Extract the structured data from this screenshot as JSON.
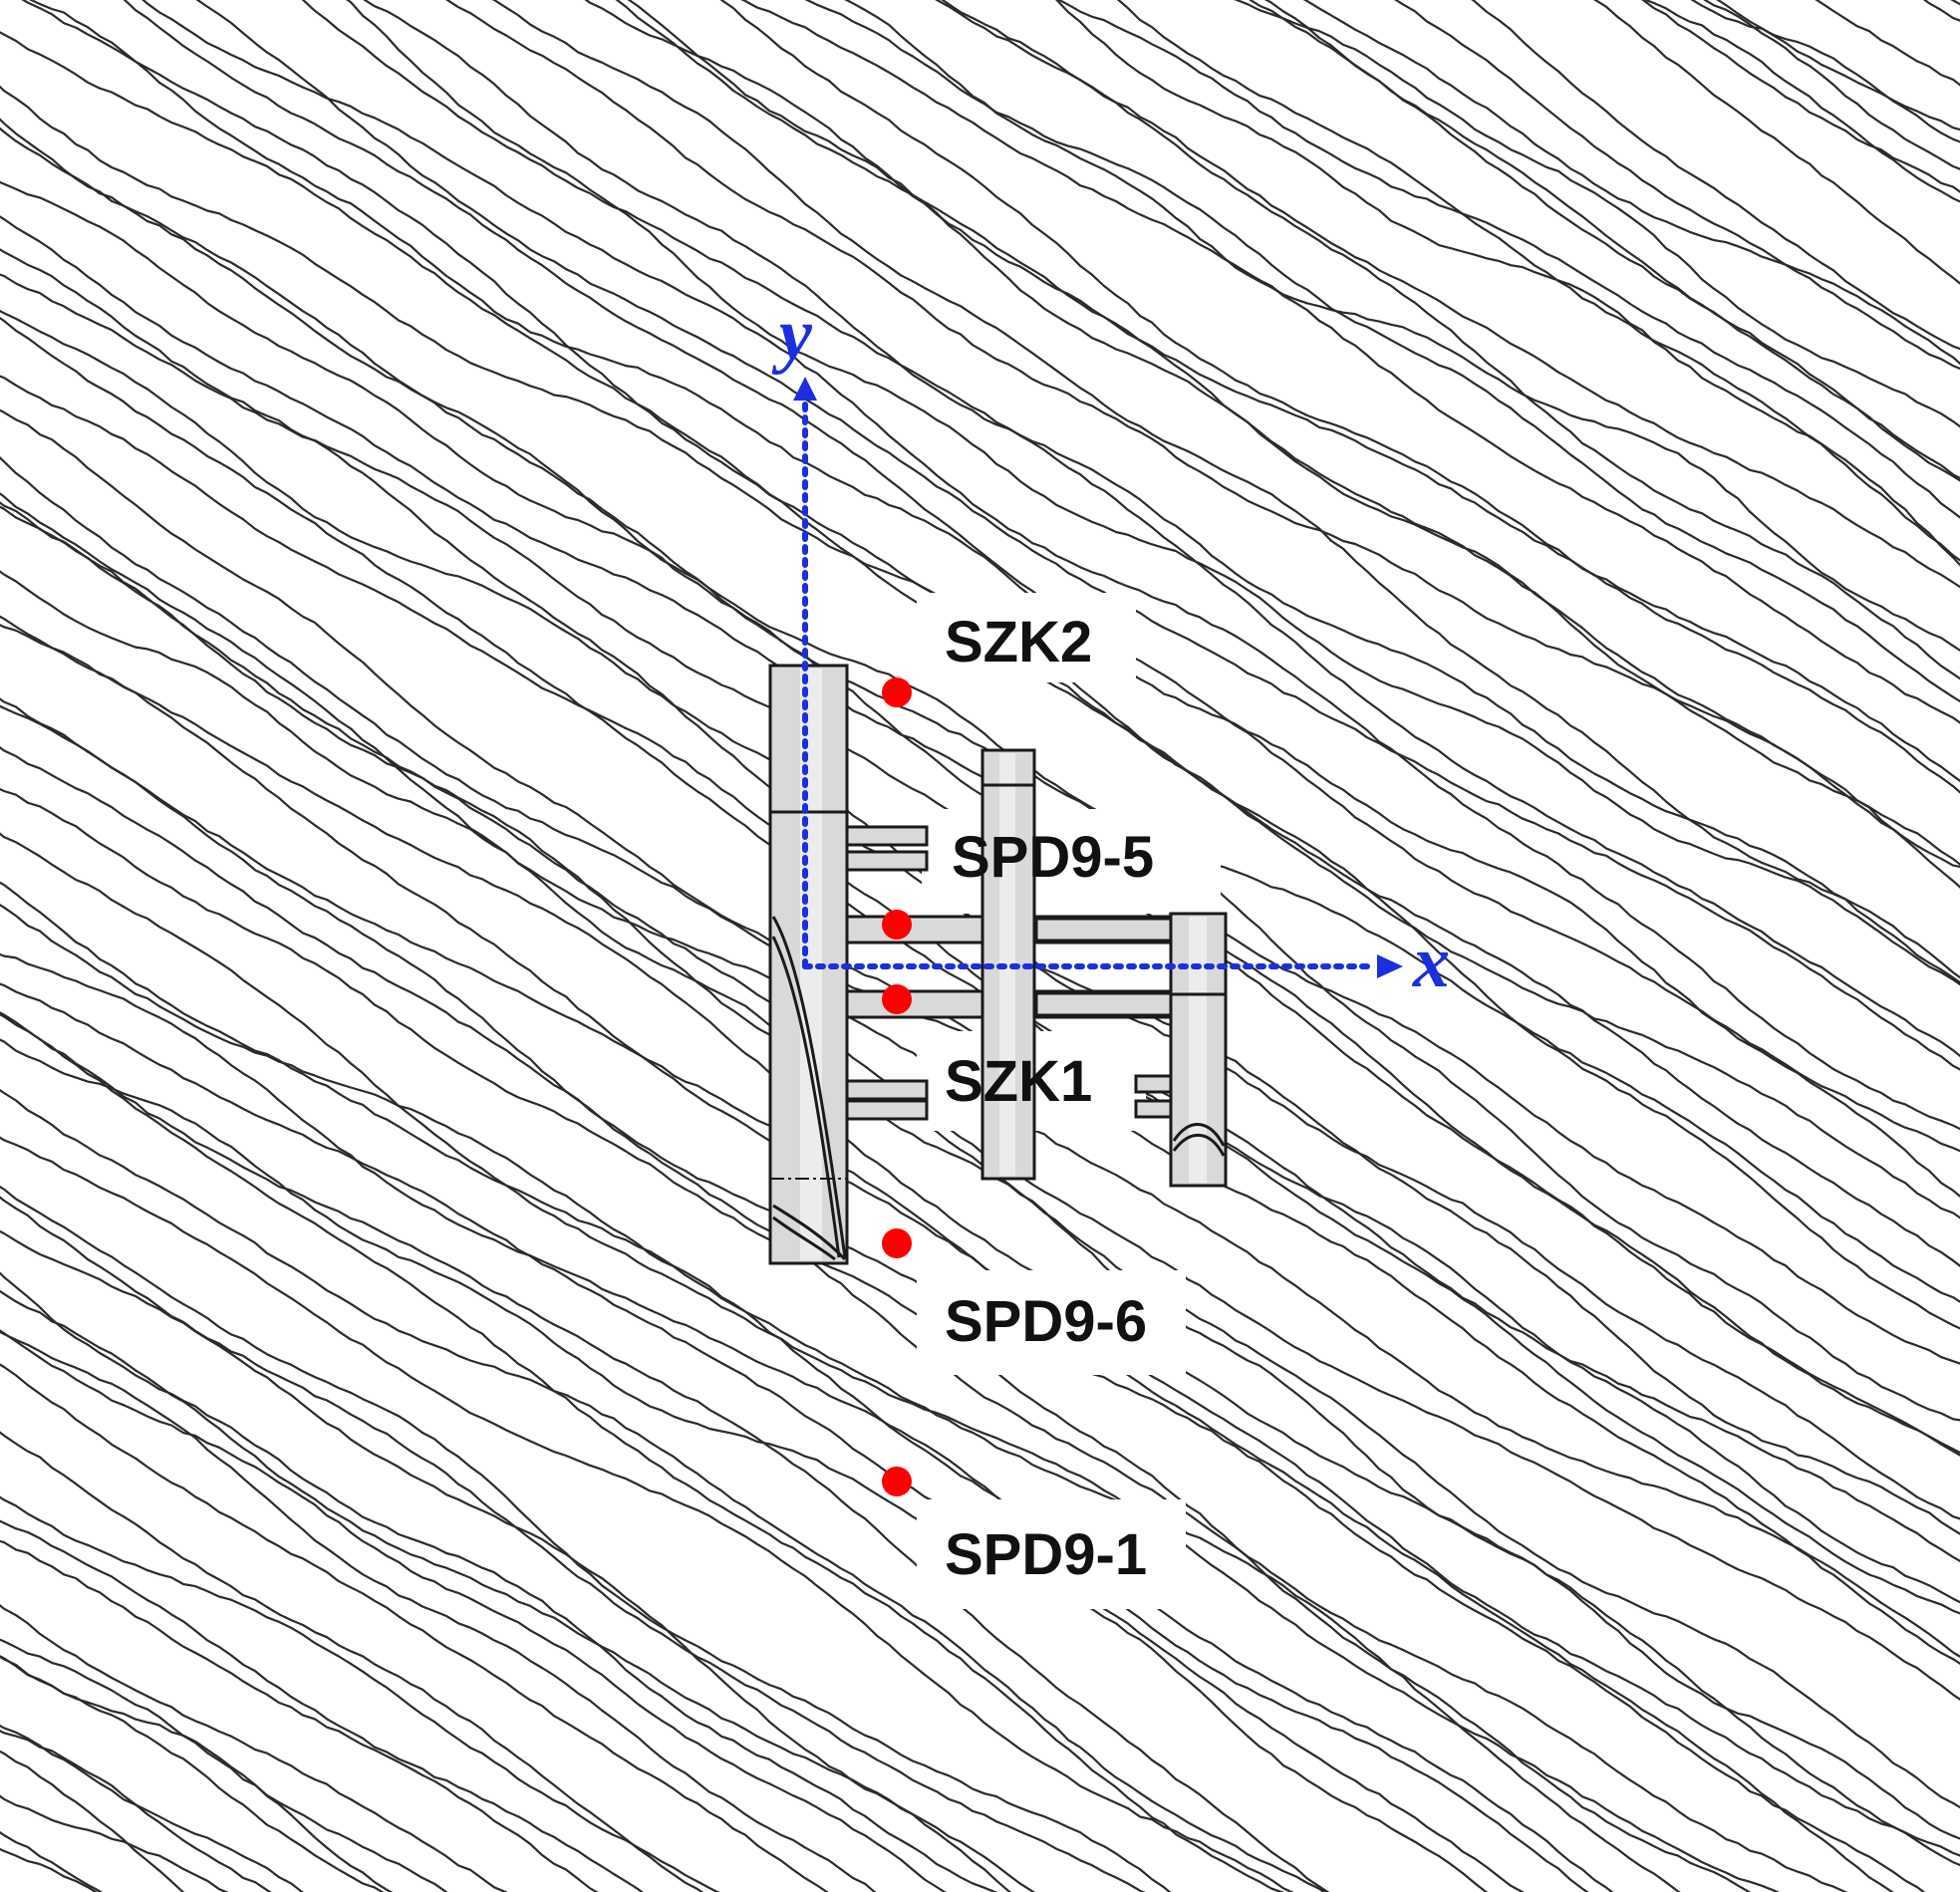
{
  "map": {
    "axes": {
      "x_label": "x",
      "y_label": "y",
      "color": "#1b2fe0"
    },
    "boreholes": [
      {
        "id": "SZK2",
        "label": "SZK2"
      },
      {
        "id": "SPD9-5",
        "label": "SPD9-5"
      },
      {
        "id": "SZK1",
        "label": "SZK1"
      },
      {
        "id": "SPD9-6",
        "label": "SPD9-6"
      },
      {
        "id": "SPD9-1",
        "label": "SPD9-1"
      }
    ],
    "marker_color": "#ff0000",
    "contour_color": "#2b2b2b",
    "tunnel_color": "#d9d9d9"
  }
}
